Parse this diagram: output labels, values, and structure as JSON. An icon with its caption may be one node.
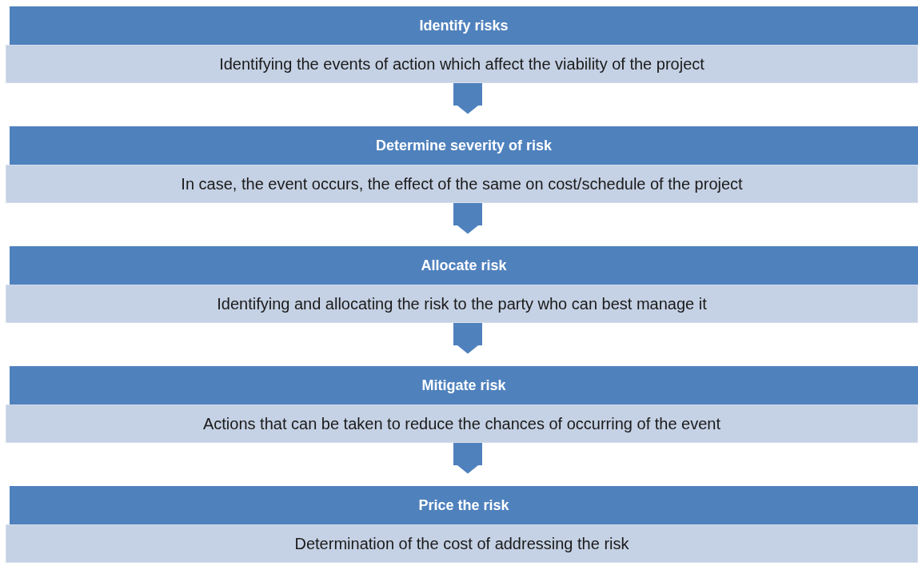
{
  "diagram": {
    "nodes": [
      {
        "text": [
          "Identify risks",
          "Identifying the events of action which affect the viability of the project"
        ]
      },
      {
        "text": [
          "Determine severity of risk",
          "In case, the event occurs, the effect of the same on cost/schedule of the project"
        ]
      },
      {
        "text": [
          "Allocate risk",
          "Identifying and allocating the risk to the party who can best manage it"
        ]
      },
      {
        "text": [
          "Mitigate risk",
          "Actions that can be taken to reduce the chances of occurring of the event"
        ]
      },
      {
        "text": [
          "Price the risk",
          "Determination of the cost of addressing the risk"
        ]
      }
    ],
    "edges": [
      {
        "from": 0,
        "to": 1,
        "arrow": "to"
      },
      {
        "from": 1,
        "to": 2,
        "arrow": "to"
      },
      {
        "from": 2,
        "to": 3,
        "arrow": "to"
      },
      {
        "from": 3,
        "to": 4,
        "arrow": "to"
      }
    ]
  }
}
